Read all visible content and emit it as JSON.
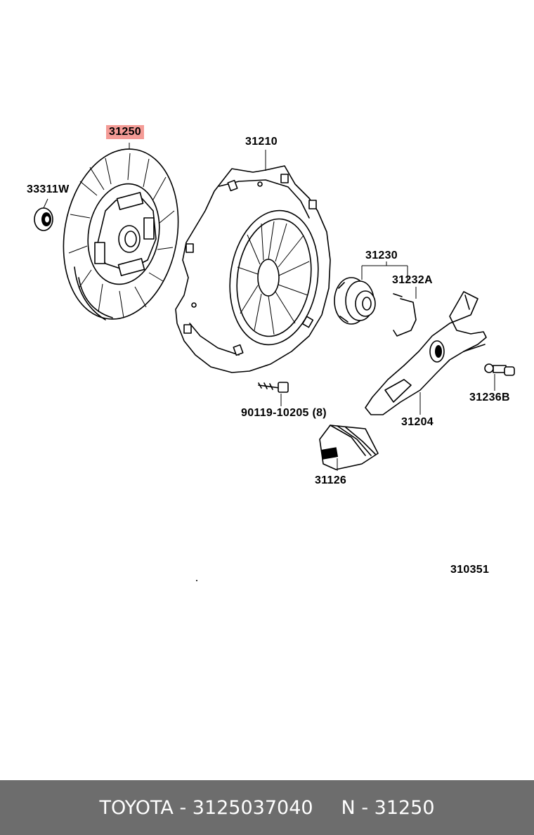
{
  "diagram": {
    "labels": {
      "clutch_disc": "31250",
      "pilot_bearing": "33311W",
      "pressure_plate": "31210",
      "release_bearing": "31230",
      "clip": "31232A",
      "release_fork": "31204",
      "fork_pivot": "31236B",
      "bolt": "90119-10205 (8)",
      "boot": "31126",
      "figure_code": "310351"
    },
    "highlight_color": "#f49b96"
  },
  "footer": {
    "brand_part": "TOYOTA - 3125037040",
    "ref": "N - 31250",
    "background": "#6d6d6d"
  }
}
